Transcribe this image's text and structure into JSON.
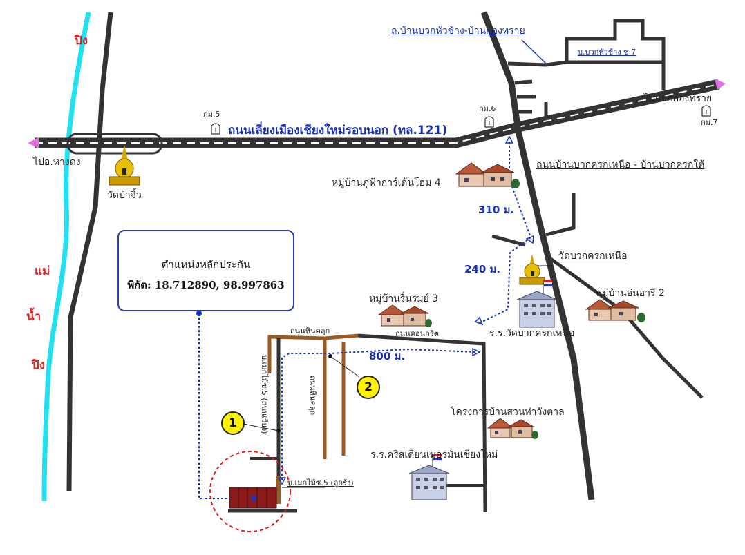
{
  "colors": {
    "road": "#333333",
    "river": "#22e0f0",
    "route": "#1a33c8",
    "soil_road": "#9b5a22",
    "label_blue": "#1a2fb8",
    "label_red": "#e02020",
    "highlight_circle": "#e01a1a",
    "marker_fill": "#fff200",
    "arrow_tip": "#e070e0"
  },
  "labels": {
    "river_top": "ปิง",
    "river_mae": "แม่",
    "river_nam": "น้ำ",
    "river_ping": "ปิง",
    "road_top": "ถ.บ้านบวกหัวช้าง-บ้านกองทราย",
    "road_soi7": "บ.บวกหัวช้าง ซ.7",
    "ring_road": "ถนนเลี่ยงเมืองเชียงใหม่รอบนอก (ทล.121)",
    "to_hangdong": "ไปอ.หางดง",
    "to_kongsai": "ไปแยกกองทราย",
    "km5": "กม.5",
    "km6": "กม.6",
    "km7": "กม.7",
    "wat_pa_jiew": "วัดป่าจิ้ว",
    "road_north_south": "ถนนบ้านบวกครกเหนือ - บ้านบวกครกใต้",
    "village4": "หมู่บ้านภูฟ้าการ์เด้นโฮม 4",
    "village3": "หมู่บ้านรื่นรมย์ 3",
    "village2": "หมู่บ้านอ่นอารี 2",
    "wat_buak_krok": "วัดบวกครกเหนือ",
    "school_buak_krok": "ร.ร.วัดบวกครกเหนือ",
    "project_village": "โครงการบ้านสวนท่าวังตาล",
    "school_christian": "ร.ร.คริสเตียนเมอรมันเชียงใหม่",
    "road_hin_klook": "ถนนหินคลุก",
    "road_concrete": "ถนนคอนกรีต",
    "road_hin_klook_v": "ถนนหินคลุก",
    "soi5_vertical": "บ.เมกไม้ซ.5 (ถนนเวียง)",
    "soi5_bottom": "บ.เมกไม้ซ.5 (ลูกรัง)",
    "dist_310": "310 ม.",
    "dist_240": "240 ม.",
    "dist_800": "800 ม.",
    "marker_1": "1",
    "marker_2": "2"
  },
  "info_box": {
    "title": "ตำแหน่งหลักประกัน",
    "coords": "พิกัด: 18.712890, 98.997863"
  },
  "icons": [
    "temple-icon",
    "village-icon",
    "school-icon",
    "kilometer-post-icon",
    "location-marker-icon"
  ]
}
